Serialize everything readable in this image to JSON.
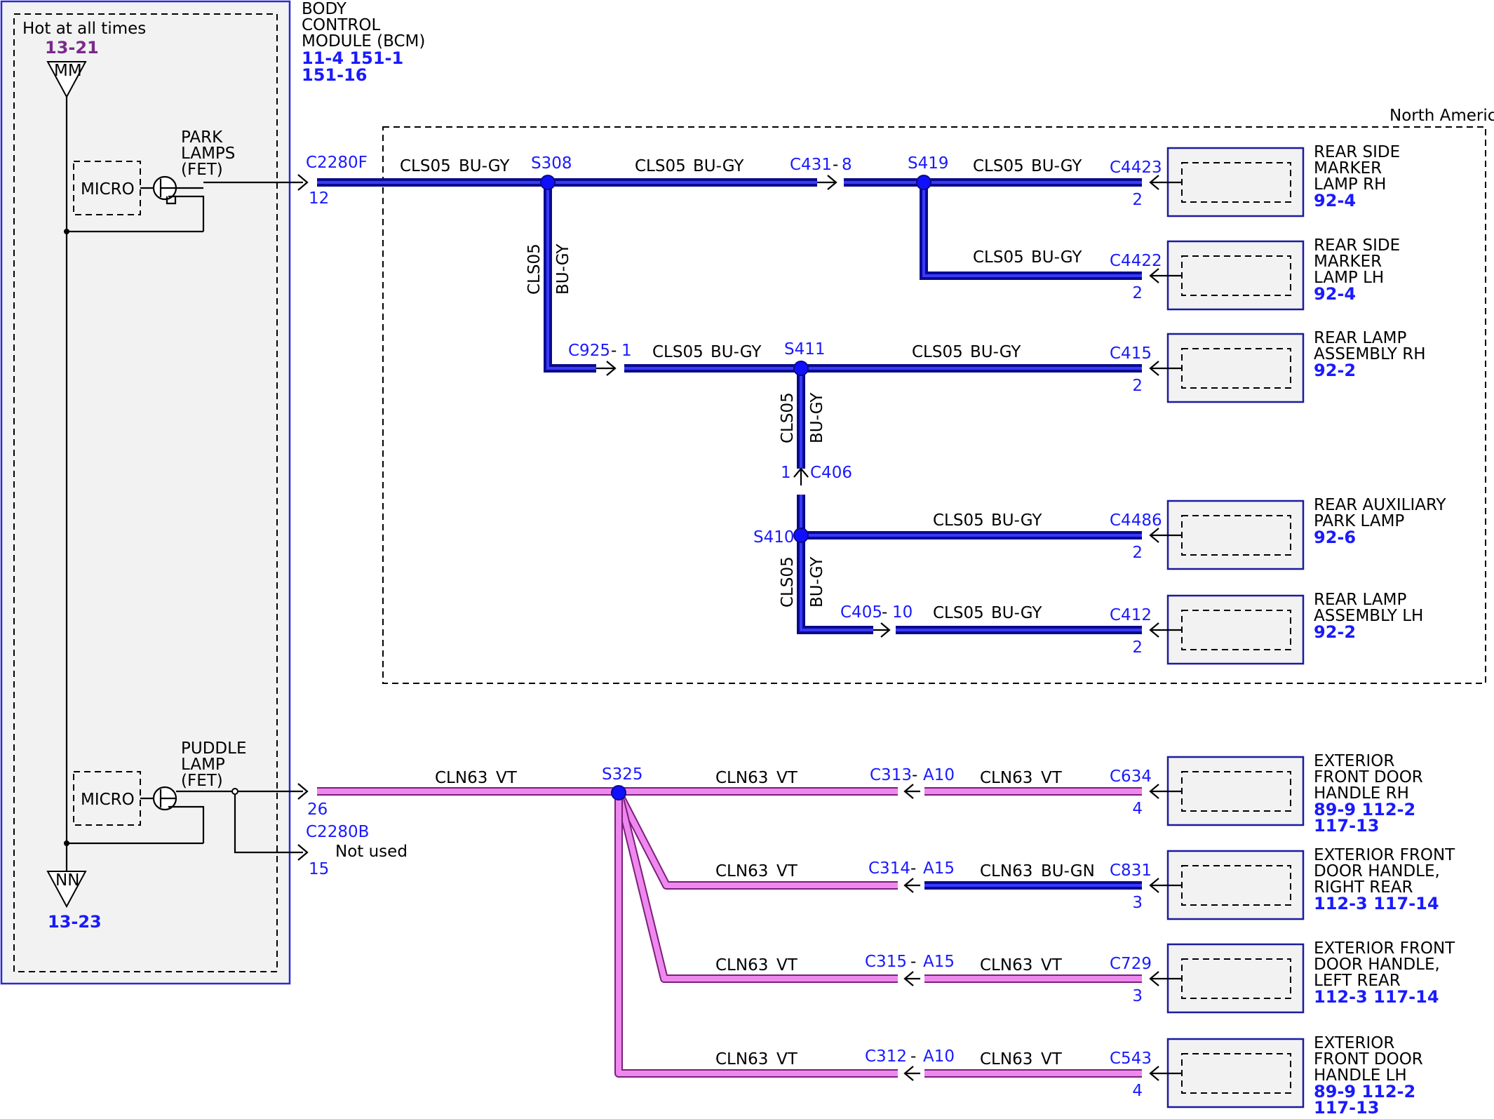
{
  "bcm": {
    "title_lines": [
      "BODY",
      "CONTROL",
      "MODULE (BCM)"
    ],
    "ref_lines": [
      "11-4  151-1",
      "151-16"
    ],
    "hot_label": "Hot at all times",
    "top_ref": "13-21",
    "top_terminal": "MM",
    "bottom_terminal": "NN",
    "bottom_ref": "13-23",
    "micro1": "MICRO",
    "micro2": "MICRO",
    "park_lamps_lines": [
      "PARK",
      "LAMPS",
      "(FET)"
    ],
    "puddle_lamp_lines": [
      "PUDDLE",
      "LAMP",
      "(FET)"
    ]
  },
  "region": {
    "label": "North America"
  },
  "connectors": {
    "c2280f": "C2280F",
    "c2280f_pin": "12",
    "c2280b": "C2280B",
    "c2280b_pin26": "26",
    "c2280b_pin15": "15",
    "not_used": "Not used",
    "c431": "C431",
    "c431_pin": "8",
    "c925": "C925",
    "c925_pin": "1",
    "c406": "C406",
    "c406_pin": "1",
    "c405": "C405",
    "c405_pin": "10",
    "c313": "C313",
    "c313_pin": "A10",
    "c314": "C314",
    "c314_pin": "A15",
    "c315": "C315",
    "c315_pin": "A15",
    "c312": "C312",
    "c312_pin": "A10",
    "dash": "-"
  },
  "splices": {
    "s308": "S308",
    "s419": "S419",
    "s411": "S411",
    "s410": "S410",
    "s325": "S325"
  },
  "wires": {
    "cls05": "CLS05",
    "bu_gy": "BU-GY",
    "cln63": "CLN63",
    "vt": "VT",
    "bu_gn": "BU-GN"
  },
  "lamps": [
    {
      "conn": "C4423",
      "pin": "2",
      "lines": [
        "REAR SIDE",
        "MARKER",
        "LAMP RH"
      ],
      "refs": [
        "92-4"
      ]
    },
    {
      "conn": "C4422",
      "pin": "2",
      "lines": [
        "REAR SIDE",
        "MARKER",
        "LAMP LH"
      ],
      "refs": [
        "92-4"
      ]
    },
    {
      "conn": "C415",
      "pin": "2",
      "lines": [
        "REAR LAMP",
        "ASSEMBLY RH"
      ],
      "refs": [
        "92-2"
      ]
    },
    {
      "conn": "C4486",
      "pin": "2",
      "lines": [
        "REAR AUXILIARY",
        "PARK LAMP"
      ],
      "refs": [
        "92-6"
      ]
    },
    {
      "conn": "C412",
      "pin": "2",
      "lines": [
        "REAR LAMP",
        "ASSEMBLY LH"
      ],
      "refs": [
        "92-2"
      ]
    },
    {
      "conn": "C634",
      "pin": "4",
      "lines": [
        "EXTERIOR",
        "FRONT DOOR",
        "HANDLE RH"
      ],
      "refs": [
        "89-9  112-2",
        "117-13"
      ]
    },
    {
      "conn": "C831",
      "pin": "3",
      "lines": [
        "EXTERIOR FRONT",
        "DOOR HANDLE,",
        "RIGHT REAR"
      ],
      "refs": [
        "112-3  117-14"
      ]
    },
    {
      "conn": "C729",
      "pin": "3",
      "lines": [
        "EXTERIOR FRONT",
        "DOOR HANDLE,",
        "LEFT REAR"
      ],
      "refs": [
        "112-3  117-14"
      ]
    },
    {
      "conn": "C543",
      "pin": "4",
      "lines": [
        "EXTERIOR",
        "FRONT DOOR",
        "HANDLE LH"
      ],
      "refs": [
        "89-9  112-2",
        "117-13"
      ]
    }
  ],
  "colors": {
    "blue_wire": "#1a1aff",
    "violet_wire": "#ee88ee",
    "ref_blue": "#1a1aff",
    "ref_purple": "#7a2a8a"
  }
}
